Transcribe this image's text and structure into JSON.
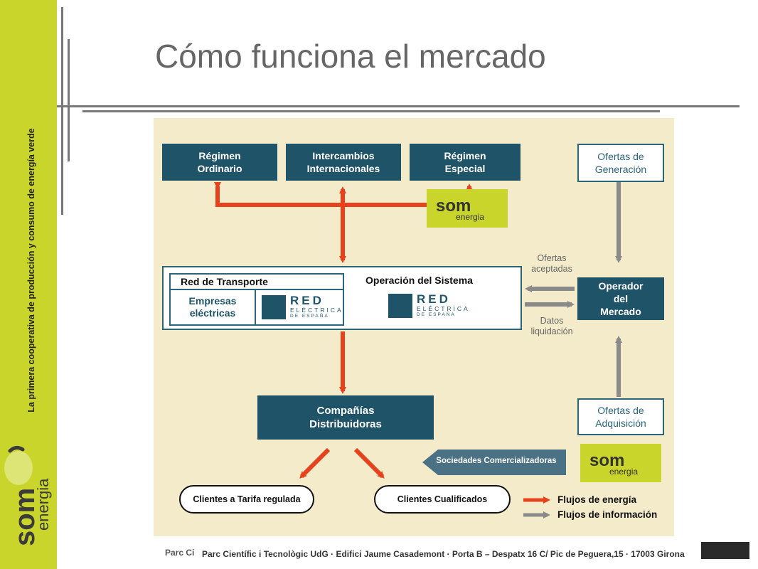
{
  "sidebar": {
    "tagline": "La primera cooperativa de producción y consumo de energía verde",
    "logo_text_top": "som",
    "logo_text_bottom": "energia"
  },
  "slide": {
    "title": "Cómo funciona el mercado"
  },
  "diagram": {
    "top_boxes": [
      {
        "label": "Régimen\nOrdinario"
      },
      {
        "label": "Intercambios\nInternacionales"
      },
      {
        "label": "Régimen\nEspecial"
      }
    ],
    "ofertas_generacion": "Ofertas de\nGeneración",
    "ofertas_adquisicion": "Ofertas de\nAdquisición",
    "operador_mercado": "Operador\ndel\nMercado",
    "red_transporte": "Red de Transporte",
    "empresas_electricas": "Empresas\neléctricas",
    "operacion_sistema": "Operación del Sistema",
    "red_logo": {
      "big": "RED",
      "mid": "ELÉCTRICA",
      "small": "DE ESPAÑA"
    },
    "ofertas_aceptadas": "Ofertas\naceptadas",
    "datos_liquidacion": "Datos\nliquidación",
    "companias_distribuidoras": "Compañías\nDistribuidoras",
    "sociedades_comercializadoras": "Sociedades Comercializadoras",
    "clientes_tarifa": "Clientes a Tarifa regulada",
    "clientes_cualificados": "Clientes Cualificados",
    "som_badge_top": "som",
    "som_badge_bottom": "energia",
    "legend": [
      {
        "label": "Flujos de energía",
        "color": "#e8421c"
      },
      {
        "label": "Flujos de información",
        "color": "#8a8a8a"
      }
    ]
  },
  "footer": {
    "short": "Parc Ci",
    "address": "Parc Científic i Tecnològic UdG · Edifici Jaume Casademont · Porta B – Despatx 16 C/ Pic de Peguera,15 · 17003 Girona"
  },
  "colors": {
    "sidebar_green": "#c9d52b",
    "box_dark": "#1f5468",
    "energy_arrow": "#e8421c",
    "info_arrow": "#8a8a8a",
    "panel_bg": "#f4ebcb"
  }
}
